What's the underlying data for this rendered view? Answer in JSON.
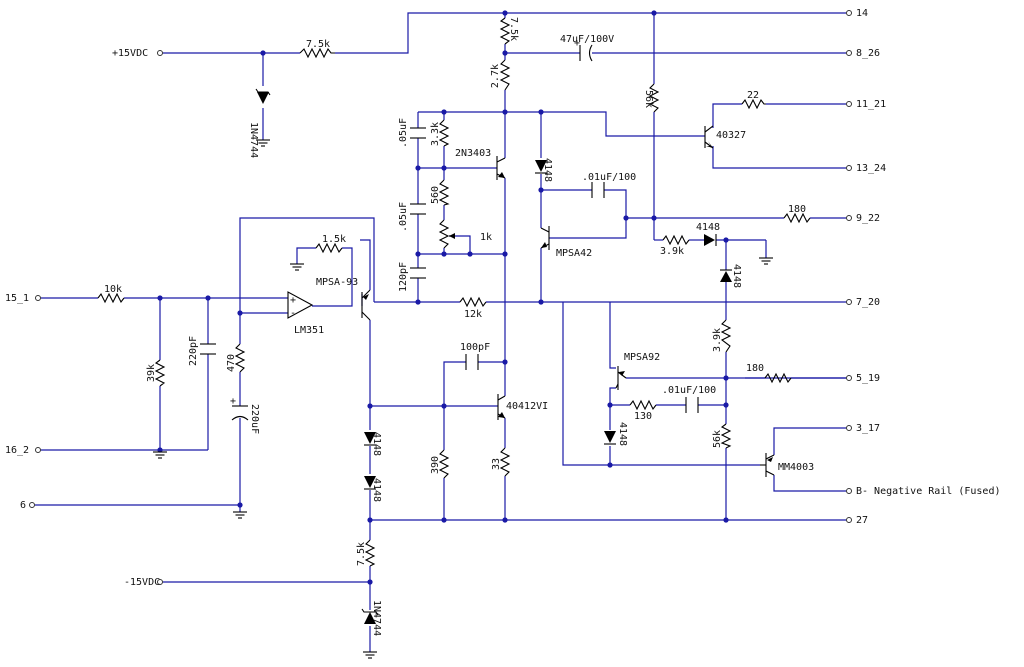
{
  "labels": {
    "vpos": "+15VDC",
    "vneg": "-15VDC",
    "r_top_in": "7.5k",
    "z_top": "1N4744",
    "r_col_top": "7.5k",
    "r_col_2": "2.7k",
    "c_boot": "47uF/100V",
    "r_56k_top": "56k",
    "r_22": "22",
    "q_40327": "40327",
    "c_05_a": ".05uF",
    "r_3k3": "3.3k",
    "q_2n3403": "2N3403",
    "d_4148_a": "4148",
    "c_01_a": ".01uF/100",
    "c_05_b": ".05uF",
    "r_560": "560",
    "pot_1k": "1k",
    "r_180_top": "180",
    "q_mpsa42": "MPSA42",
    "d_4148_b": "4148",
    "r_3k9_a": "3.9k",
    "r_1k5": "1.5k",
    "q_mpsa93": "MPSA-93",
    "c_120p": "120pF",
    "d_4148_c": "4148",
    "r_10k": "10k",
    "op_lm351": "LM351",
    "r_12k": "12k",
    "r_39k": "39k",
    "c_220p": "220pF",
    "r_470": "470",
    "c_220u": "220uF",
    "r_3k9_b": "3.9k",
    "c_100p": "100pF",
    "q_mpsa92": "MPSA92",
    "r_180_mid": "180",
    "c_01_b": ".01uF/100",
    "q_40412": "40412VI",
    "r_130": "130",
    "d_4148_d": "4148",
    "d_4148_e": "4148",
    "r_56k_b": "56k",
    "q_mm4003": "MM4003",
    "r_390": "390",
    "r_33": "33",
    "d_4148_f": "4148",
    "r_7k5_bot": "7.5k",
    "z_bot": "1N4744"
  },
  "terminals": {
    "t14": "14",
    "t8_26": "8_26",
    "t11_21": "11_21",
    "t13_24": "13_24",
    "t9_22": "9_22",
    "t7_20": "7_20",
    "t5_19": "5_19",
    "t3_17": "3_17",
    "tbneg": "B- Negative Rail (Fused)",
    "t27": "27",
    "t15_1": "15_1",
    "t16_2": "16_2",
    "t6": "6"
  }
}
